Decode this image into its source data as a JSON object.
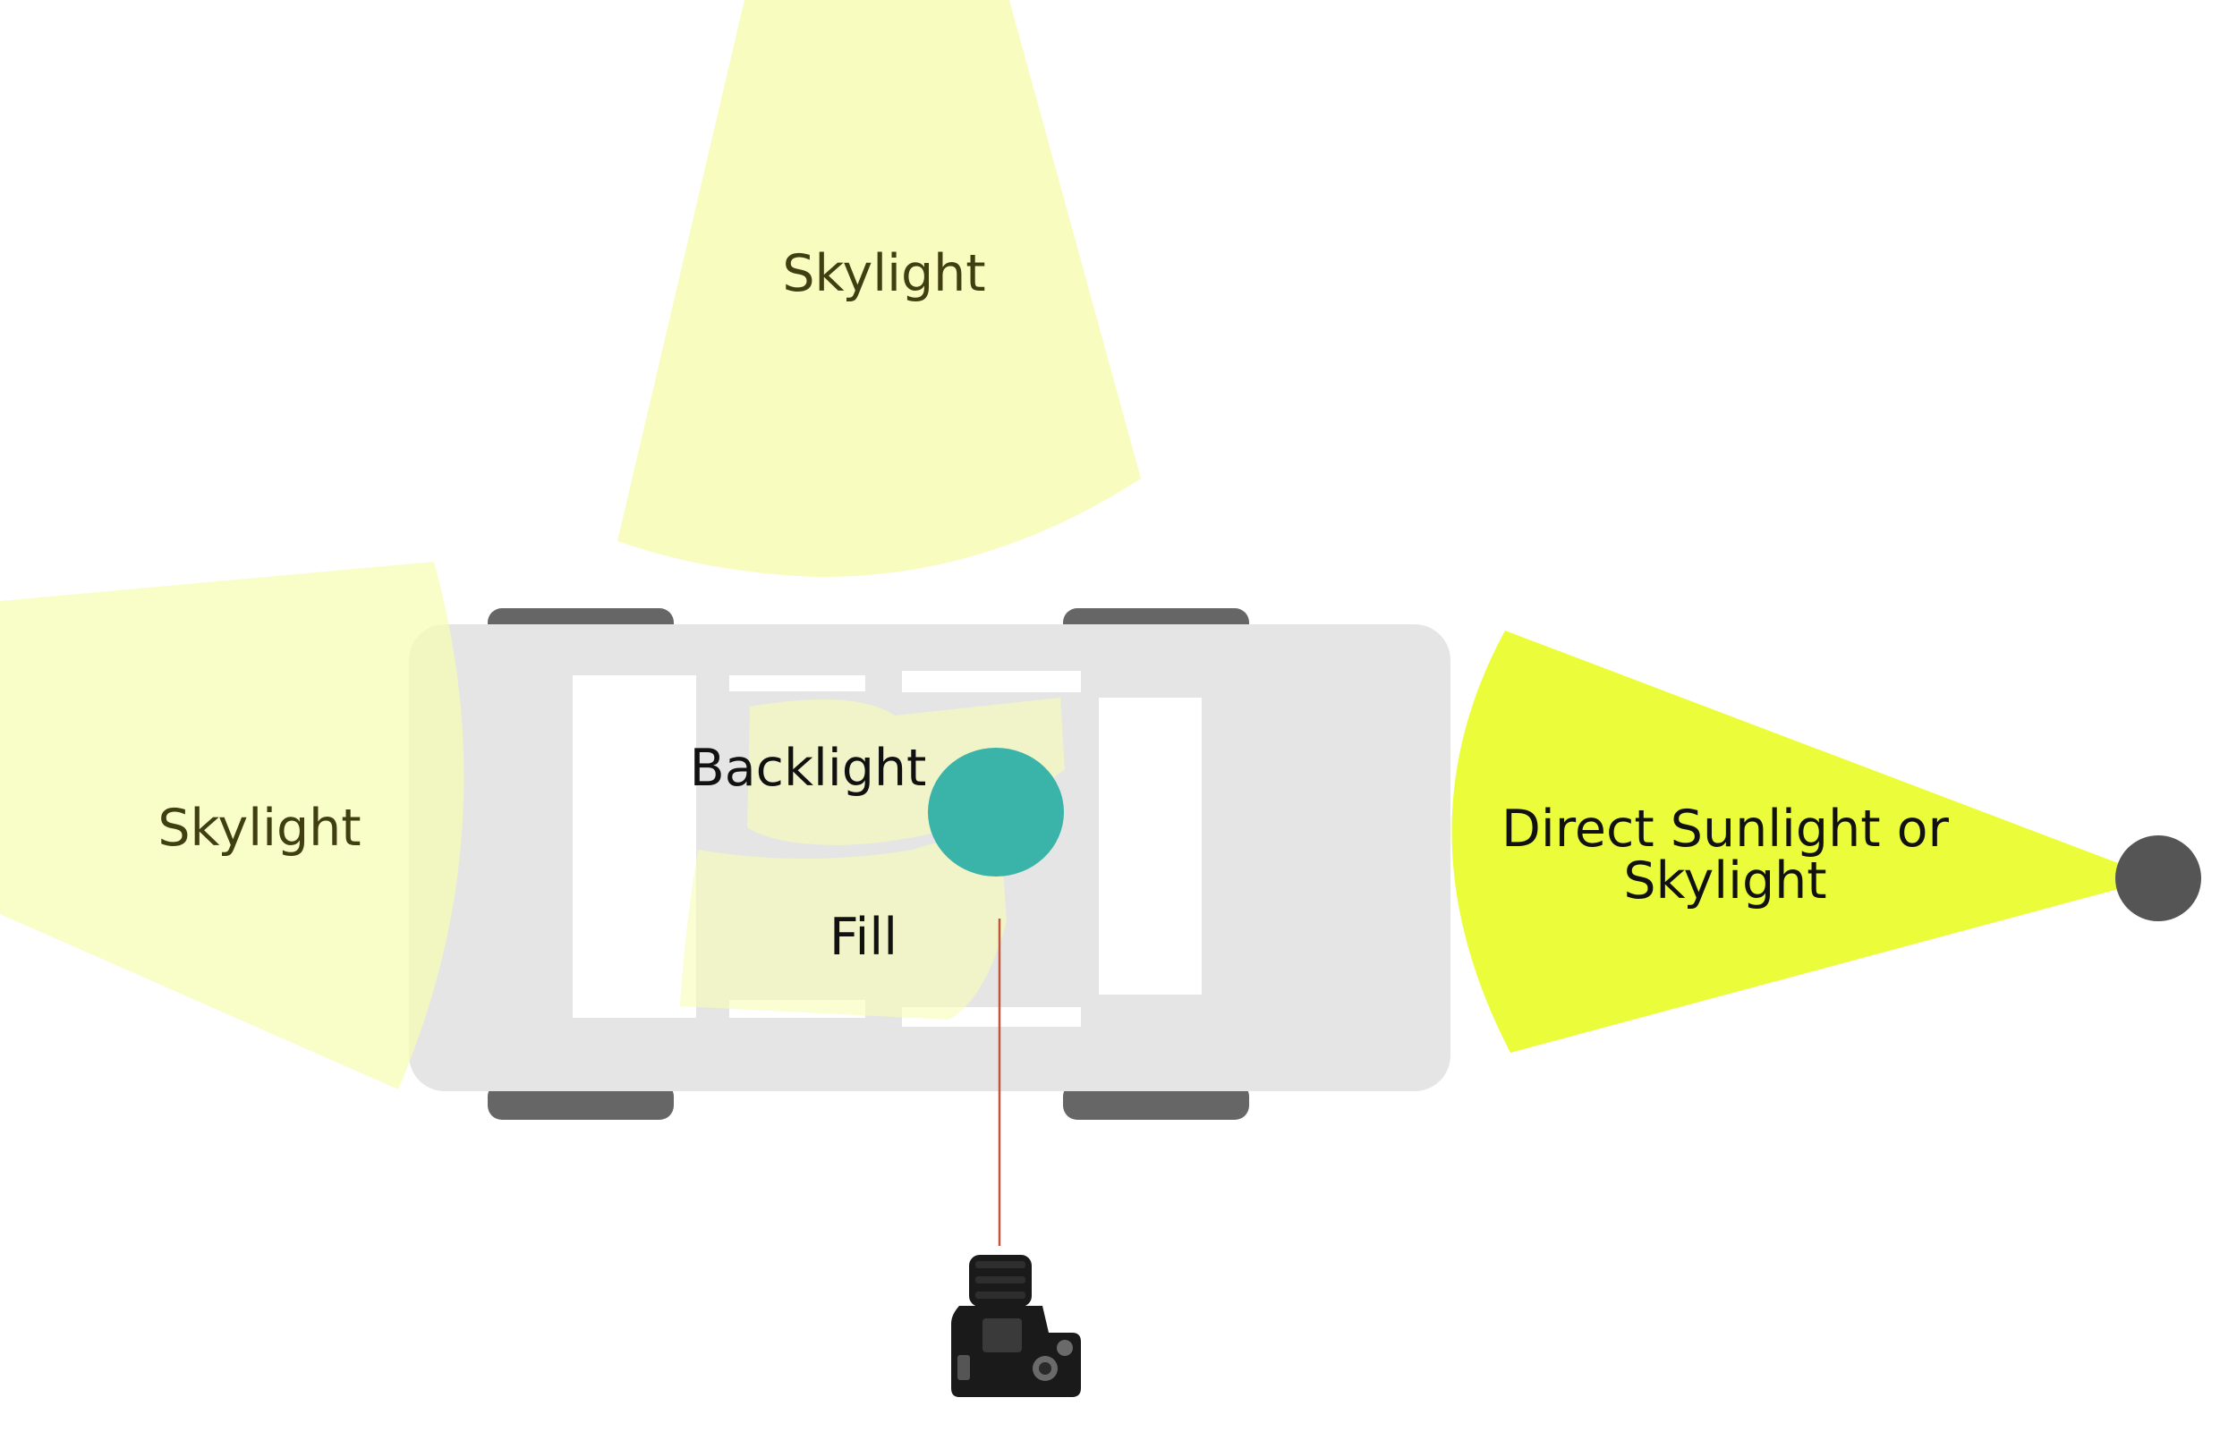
{
  "labels": {
    "skylight_top": "Skylight",
    "skylight_left": "Skylight",
    "backlight": "Backlight",
    "fill": "Fill",
    "direct_line1": "Direct Sunlight or",
    "direct_line2": "Skylight"
  },
  "colors": {
    "skylight_beam": "#f7fdb4",
    "direct_beam": "#ebfd3a",
    "car_body": "#e5e5e5",
    "tires": "#666666",
    "windows": "#ffffff",
    "subject": "#3ab3a8",
    "sun": "#555555",
    "camera_line": "#c0573a",
    "camera_body": "#1a1a1a"
  },
  "icons": {
    "subject": "subject-circle-icon",
    "sun": "sun-source-icon",
    "camera": "dslr-camera-icon"
  }
}
